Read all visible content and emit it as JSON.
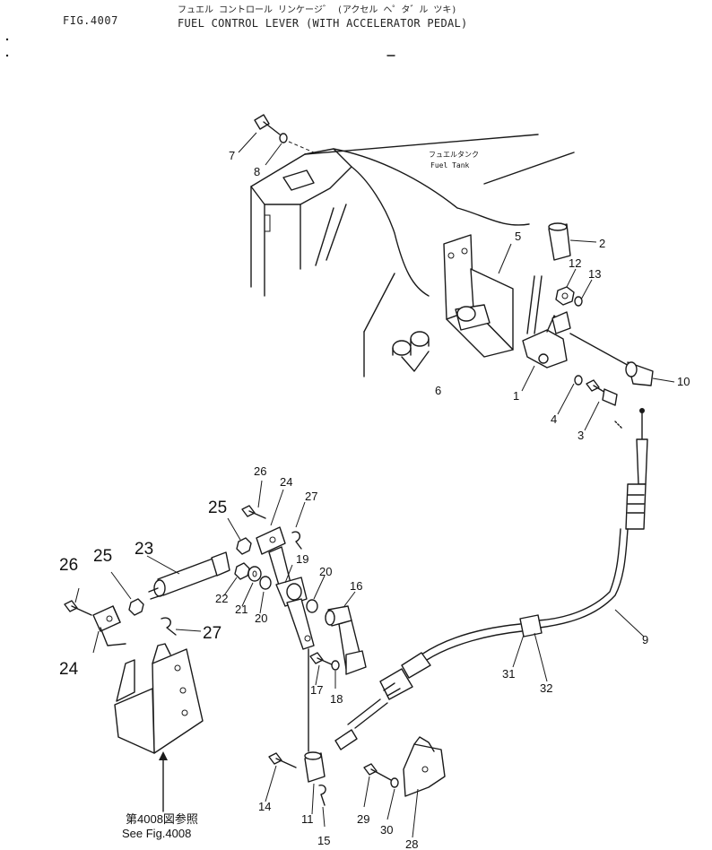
{
  "header": {
    "fig_id": "FIG.4007",
    "title_jp": "フュエル コントロール リンケージ゛ (アクセル ヘ゜タ゛ル ツキ)",
    "title_en": "FUEL CONTROL LEVER (WITH ACCELERATOR PEDAL)"
  },
  "labels": {
    "fuel_tank_jp": "フュエルタンク",
    "fuel_tank_en": "Fuel Tank",
    "see_ref_jp": "第4008図参照",
    "see_ref_en": "See Fig.4008"
  },
  "callouts": {
    "c1": "1",
    "c2": "2",
    "c3": "3",
    "c4": "4",
    "c5": "5",
    "c6": "6",
    "c7": "7",
    "c8": "8",
    "c9": "9",
    "c10": "10",
    "c11": "11",
    "c12": "12",
    "c13": "13",
    "c14": "14",
    "c15": "15",
    "c16": "16",
    "c17": "17",
    "c18": "18",
    "c19": "19",
    "c20a": "20",
    "c20b": "20",
    "c21": "21",
    "c22": "22",
    "c23": "23",
    "c24a": "24",
    "c24b": "24",
    "c25a": "25",
    "c25b": "25",
    "c26a": "26",
    "c26b": "26",
    "c27a": "27",
    "c27b": "27",
    "c28": "28",
    "c29": "29",
    "c30": "30",
    "c31": "31",
    "c32": "32"
  }
}
